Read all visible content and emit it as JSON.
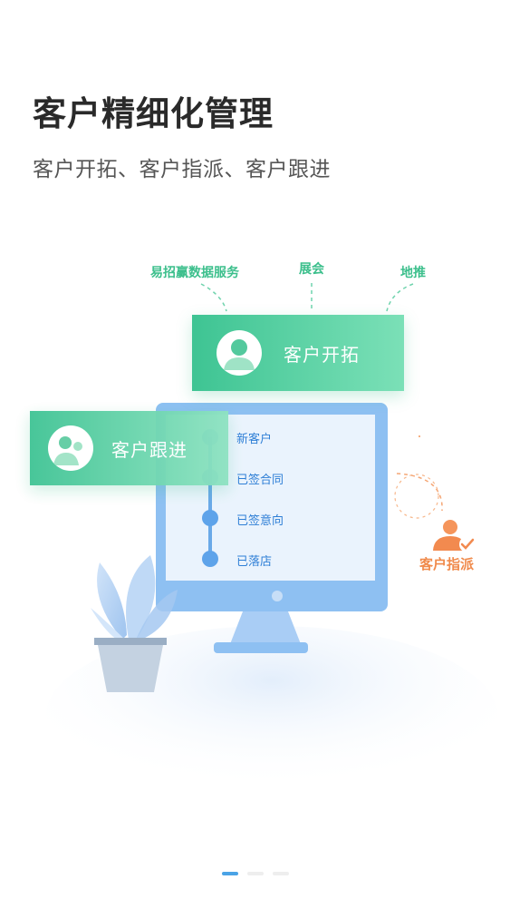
{
  "header": {
    "title": "客户精细化管理",
    "subtitle": "客户开拓、客户指派、客户跟进"
  },
  "illustration": {
    "sources": [
      "易招赢数据服务",
      "展会",
      "地推"
    ],
    "card_develop": "客户开拓",
    "card_follow": "客户跟进",
    "statuses": [
      "新客户",
      "已签合同",
      "已签意向",
      "已落店"
    ],
    "assign_label": "客户指派"
  },
  "pager": {
    "count": 3,
    "active_index": 0
  },
  "colors": {
    "green_start": "#3ec493",
    "green_end": "#7be0b7",
    "monitor_blue": "#8ec0f2",
    "status_blue": "#2f7fd6",
    "orange": "#f08a4b",
    "pager_active": "#4aa3e6"
  }
}
